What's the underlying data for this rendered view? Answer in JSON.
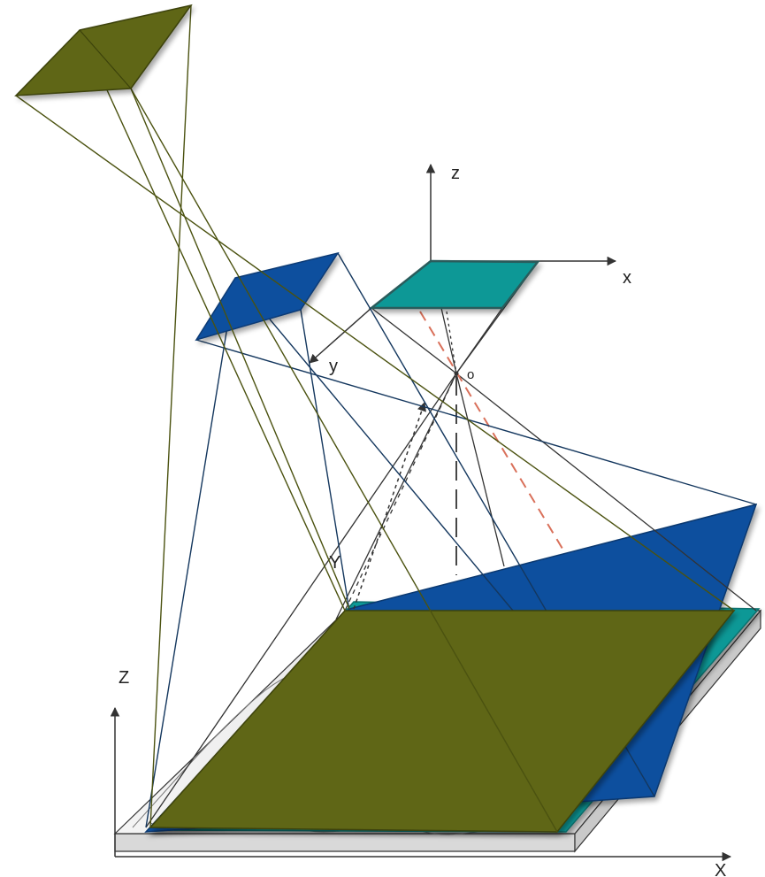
{
  "labels": {
    "camera_z": "z",
    "camera_x": "x",
    "camera_y": "y",
    "origin": "o",
    "ground_y": "Y",
    "ground_z": "Z",
    "ground_x": "X"
  },
  "colors": {
    "olive_plane": "#5e6613",
    "blue_plane": "#0a4f9e",
    "teal_plane": "#0e9896",
    "ground_slab": "#e6e6e6",
    "axis_line": "#333333",
    "red_dashed_line": "#d9705a",
    "olive_ray": "#4b5210",
    "blue_ray": "#14375e"
  }
}
